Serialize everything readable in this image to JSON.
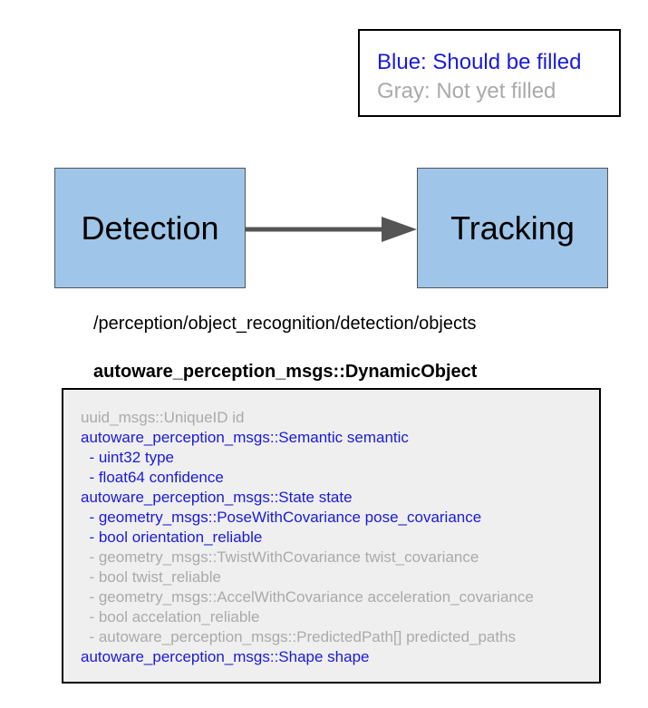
{
  "legend": {
    "filled": "Blue: Should be filled",
    "not_filled": "Gray: Not yet filled"
  },
  "colors": {
    "filled": "#1a1adc",
    "not_filled": "#aaaaaa",
    "node_fill": "#9fc5e8"
  },
  "nodes": {
    "detection": "Detection",
    "tracking": "Tracking"
  },
  "topic": "/perception/object_recognition/detection/objects",
  "message_type": "autoware_perception_msgs::DynamicObject",
  "fields": [
    {
      "text": "uuid_msgs::UniqueID id",
      "status": "gray"
    },
    {
      "text": "autoware_perception_msgs::Semantic semantic",
      "status": "blue"
    },
    {
      "text": "  - uint32 type",
      "status": "blue"
    },
    {
      "text": "  - float64 confidence",
      "status": "blue"
    },
    {
      "text": "autoware_perception_msgs::State state",
      "status": "blue"
    },
    {
      "text": "  - geometry_msgs::PoseWithCovariance pose_covariance",
      "status": "blue"
    },
    {
      "text": "  - bool orientation_reliable",
      "status": "blue"
    },
    {
      "text": "  - geometry_msgs::TwistWithCovariance twist_covariance",
      "status": "gray"
    },
    {
      "text": "  - bool twist_reliable",
      "status": "gray"
    },
    {
      "text": "  - geometry_msgs::AccelWithCovariance acceleration_covariance",
      "status": "gray"
    },
    {
      "text": "  - bool accelation_reliable",
      "status": "gray"
    },
    {
      "text": "  - autoware_perception_msgs::PredictedPath[] predicted_paths",
      "status": "gray"
    },
    {
      "text": "autoware_perception_msgs::Shape shape",
      "status": "blue"
    }
  ]
}
